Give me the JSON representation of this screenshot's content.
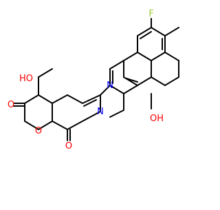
{
  "molecule": {
    "atom_labels": {
      "fluorine": "F",
      "ring_nitrogen": "N",
      "lactam_nitrogen": "N",
      "hydroxyl_right": "OH",
      "hydroxyl_left": "HO",
      "lactone_oxygen": "O",
      "lactone_carbonyl_oxygen": "O",
      "lactam_carbonyl_oxygen": "O"
    },
    "colors": {
      "bond": "#000000",
      "fluorine": "#9acd32",
      "nitrogen": "#0000ff",
      "oxygen": "#ff0000"
    }
  }
}
